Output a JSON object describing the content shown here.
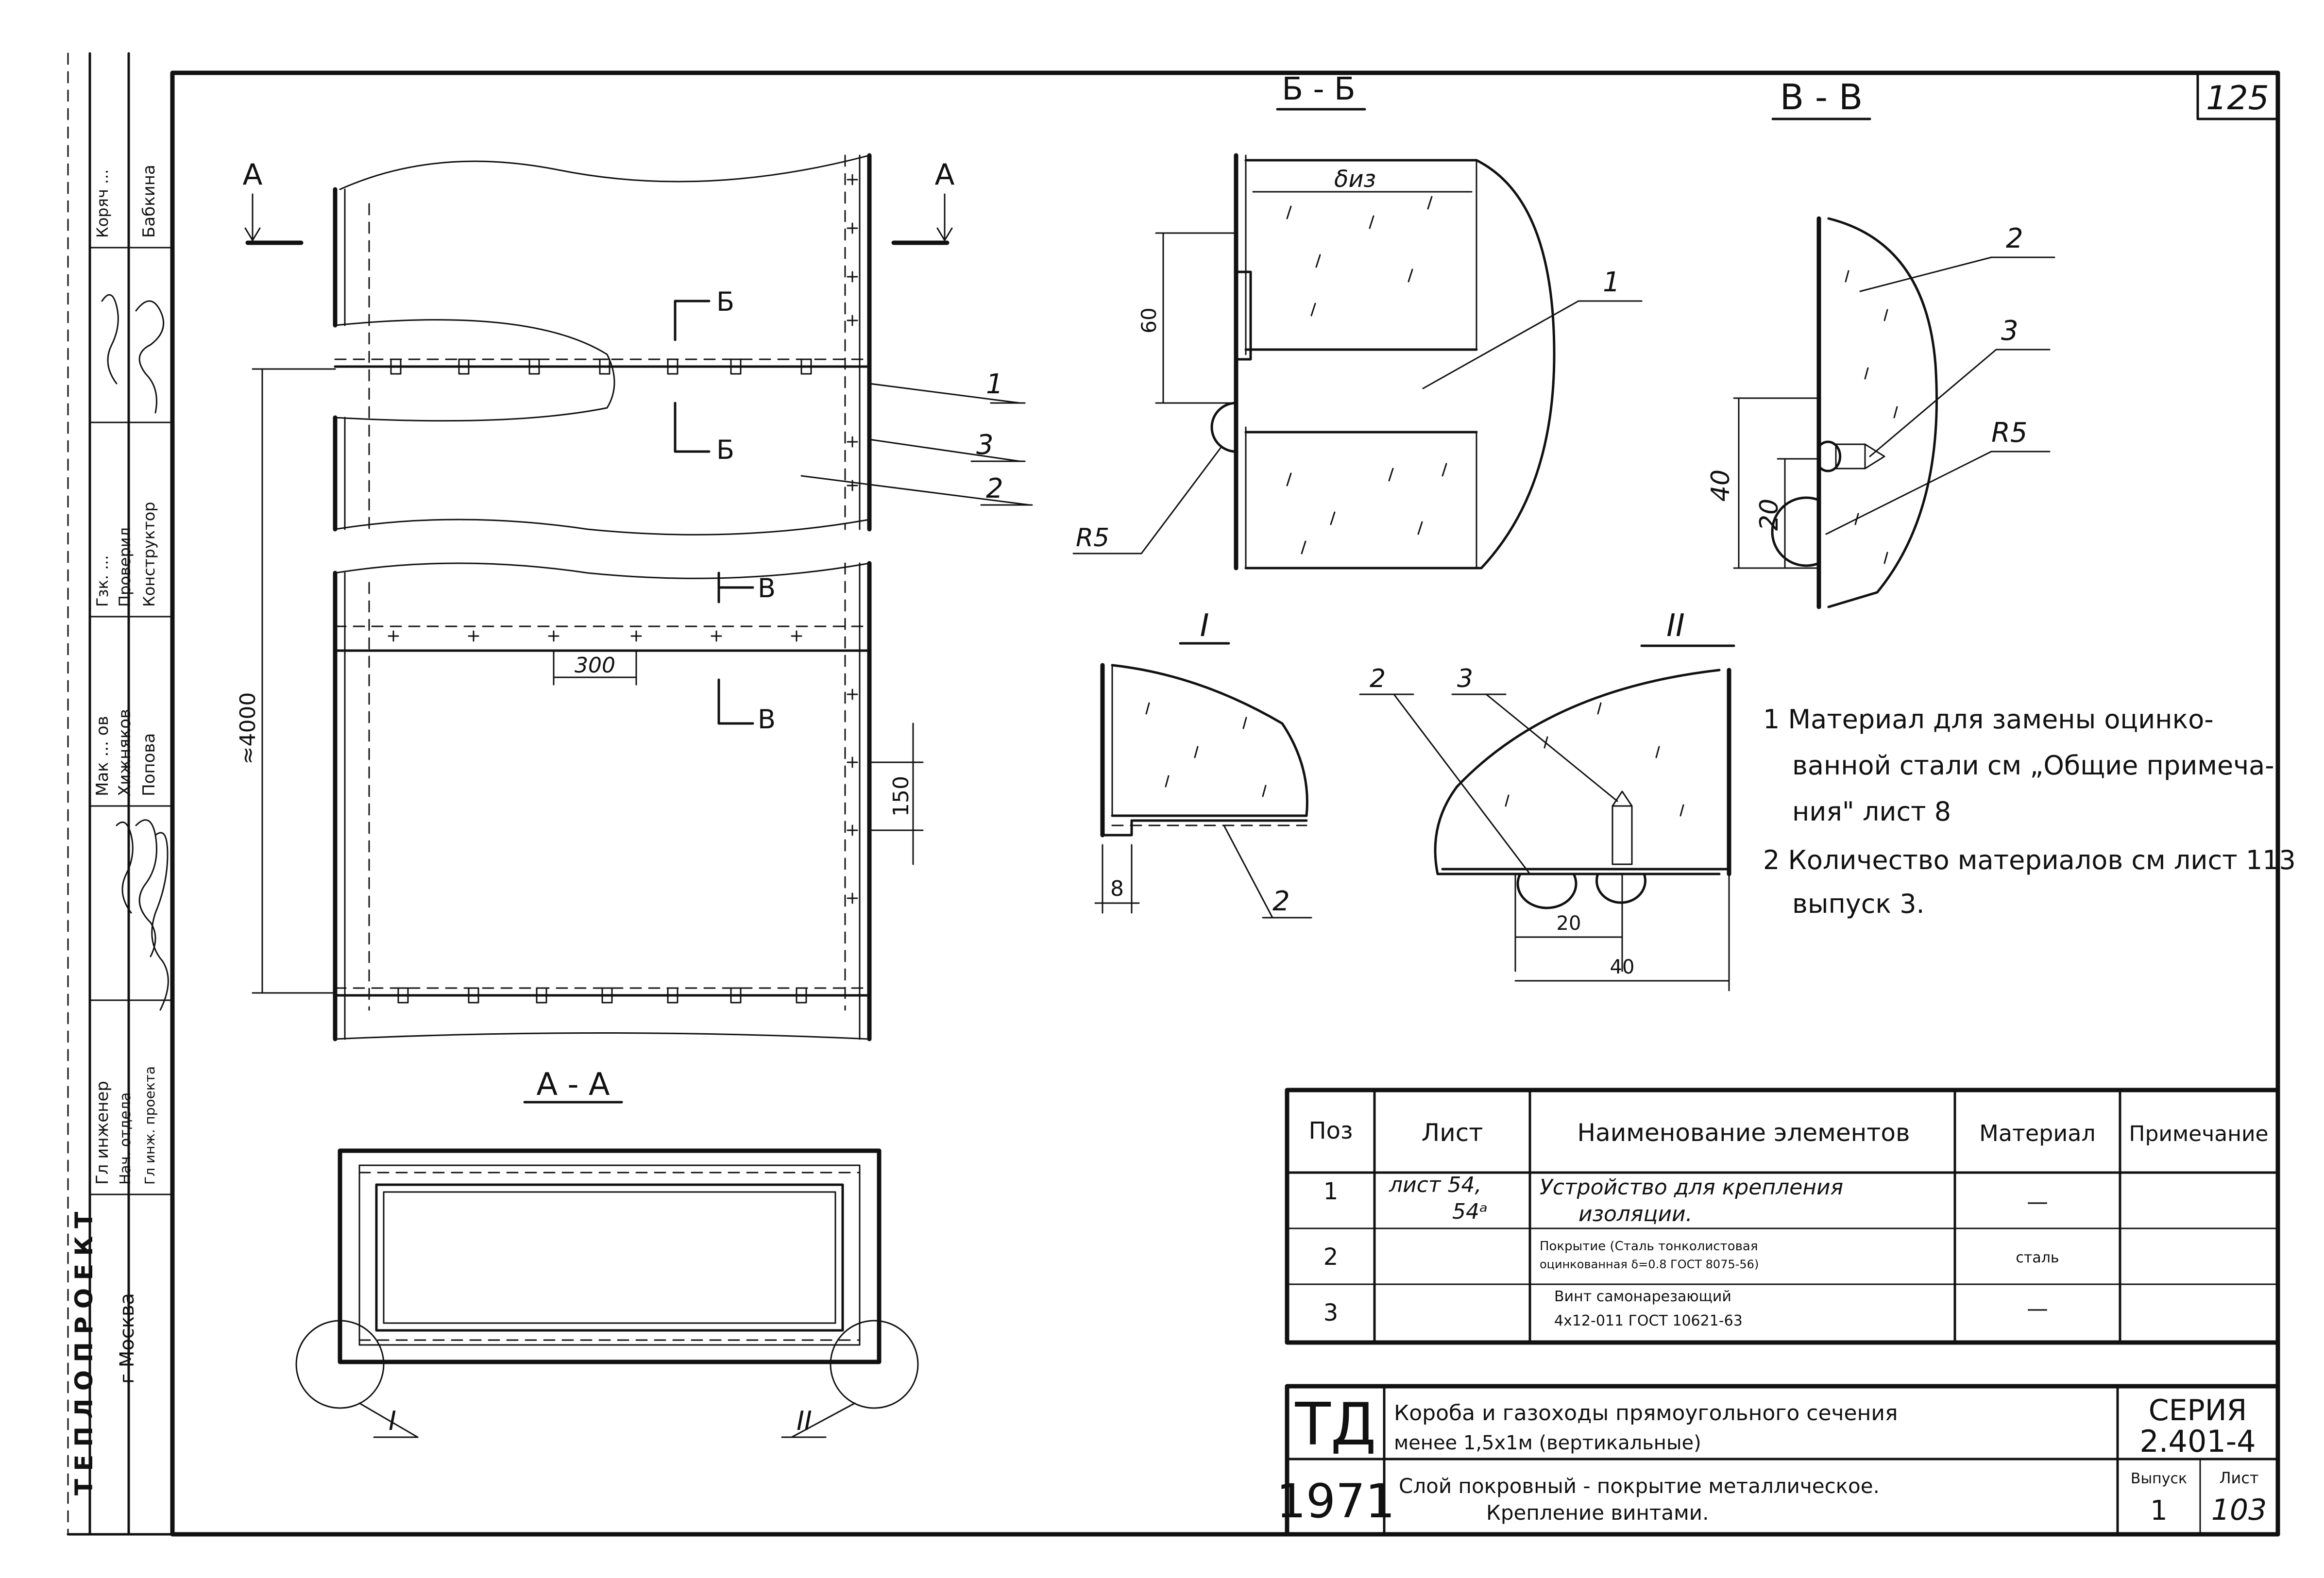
{
  "sheet": {
    "page_number": "125",
    "section_bb": "Б - Б",
    "section_vv": "В - В",
    "section_aa": "А - А",
    "detail_1": "I",
    "detail_2": "II",
    "cut_a": "А",
    "cut_b": "Б",
    "cut_v": "В"
  },
  "main_view": {
    "dim_4000": "≈4000",
    "dim_300": "300",
    "dim_150": "150",
    "callouts": [
      "1",
      "3",
      "2"
    ]
  },
  "section_bb": {
    "dim_iz": "δиз",
    "dim_60": "60",
    "radius": "R5",
    "callout": "1"
  },
  "section_vv": {
    "dim_40": "40",
    "dim_20": "20",
    "radius": "R5",
    "callouts": [
      "2",
      "3"
    ]
  },
  "detail_1": {
    "dim_8": "8",
    "callout": "2"
  },
  "detail_2": {
    "dim_20": "20",
    "dim_40": "40",
    "callouts": [
      "2",
      "3"
    ]
  },
  "notes": {
    "n1_l1": "1 Материал для замены оцинко-",
    "n1_l2": "ванной стали см „Общие примеча-",
    "n1_l3": "ния\" лист 8",
    "n2_l1": "2 Количество материалов см лист 113",
    "n2_l2": "выпуск 3."
  },
  "spec_table": {
    "headers": [
      "Поз",
      "Лист",
      "Наименование элементов",
      "Материал",
      "Примечание"
    ],
    "rows": [
      {
        "pos": "1",
        "sheet_l1": "лист 54,",
        "sheet_l2": "54ᵃ",
        "name_l1": "Устройство для крепления",
        "name_l2": "изоляции.",
        "material": "—",
        "note": ""
      },
      {
        "pos": "2",
        "sheet_l1": "",
        "sheet_l2": "",
        "name_l1": "Покрытие (Сталь тонколистовая",
        "name_l2": "оцинкованная δ=0.8 ГОСТ 8075-56)",
        "material": "сталь",
        "note": ""
      },
      {
        "pos": "3",
        "sheet_l1": "",
        "sheet_l2": "",
        "name_l1": "Винт самонарезающий",
        "name_l2": "4х12-011 ГОСТ 10621-63",
        "material": "—",
        "note": ""
      }
    ]
  },
  "title_block": {
    "td": "ТД",
    "year": "1971",
    "title_l1": "Короба и газоходы прямоугольного сечения",
    "title_l2": "менее 1,5х1м (вертикальные)",
    "subtitle_l1": "Слой покровный - покрытие металлическое.",
    "subtitle_l2": "Крепление винтами.",
    "series_label": "СЕРИЯ",
    "series_value": "2.401-4",
    "issue_label": "Выпуск",
    "issue_value": "1",
    "sheet_label": "Лист",
    "sheet_value": "103"
  },
  "side_block": {
    "org": "ТЕПЛОПРОЕКТ",
    "city": "г Москва",
    "roles": [
      "Гл инженер",
      "Нач. отдела",
      "Гл инж. проекта"
    ],
    "col2_top": [
      "Мак ... ов",
      "Хижняков",
      "Попова"
    ],
    "col3_top": [
      "Гзк. ...",
      "Проверил",
      "Конструктор"
    ],
    "col4_top": [
      "Коряч ...",
      "Бабкина"
    ]
  }
}
